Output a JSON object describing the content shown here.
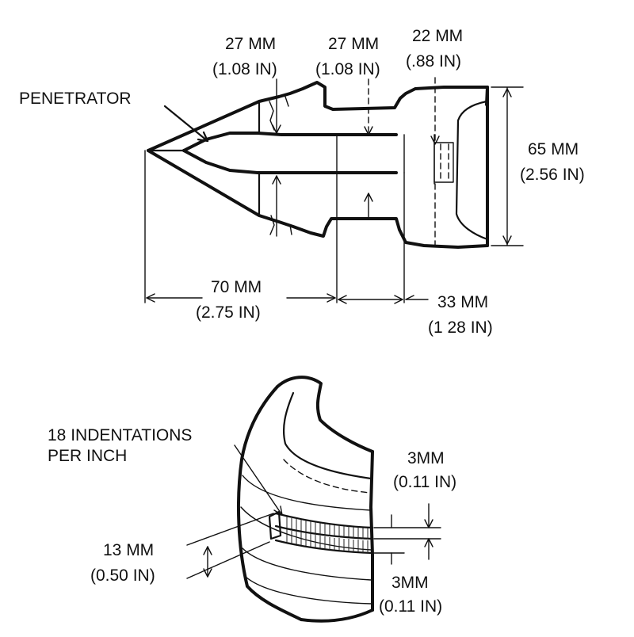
{
  "projectile": {
    "penetrator_label": "PENETRATOR",
    "dims": {
      "groove1_mm": "27 MM",
      "groove1_in": "(1.08 IN)",
      "groove2_mm": "27 MM",
      "groove2_in": "(1.08 IN)",
      "base_mm": "22 MM",
      "base_in": "(.88 IN)",
      "diameter_mm": "65 MM",
      "diameter_in": "(2.56 IN)",
      "front_mm": "70 MM",
      "front_in": "(2.75 IN)",
      "rear_mm": "33 MM",
      "rear_in": "(1 28 IN)"
    }
  },
  "band_detail": {
    "indent_line1": "18 INDENTATIONS",
    "indent_line2": "PER INCH",
    "top_mm": "3MM",
    "top_in": "(0.11 IN)",
    "width_mm": "13 MM",
    "width_in": "(0.50 IN)",
    "bottom_mm": "3MM",
    "bottom_in": "(0.11 IN)"
  }
}
